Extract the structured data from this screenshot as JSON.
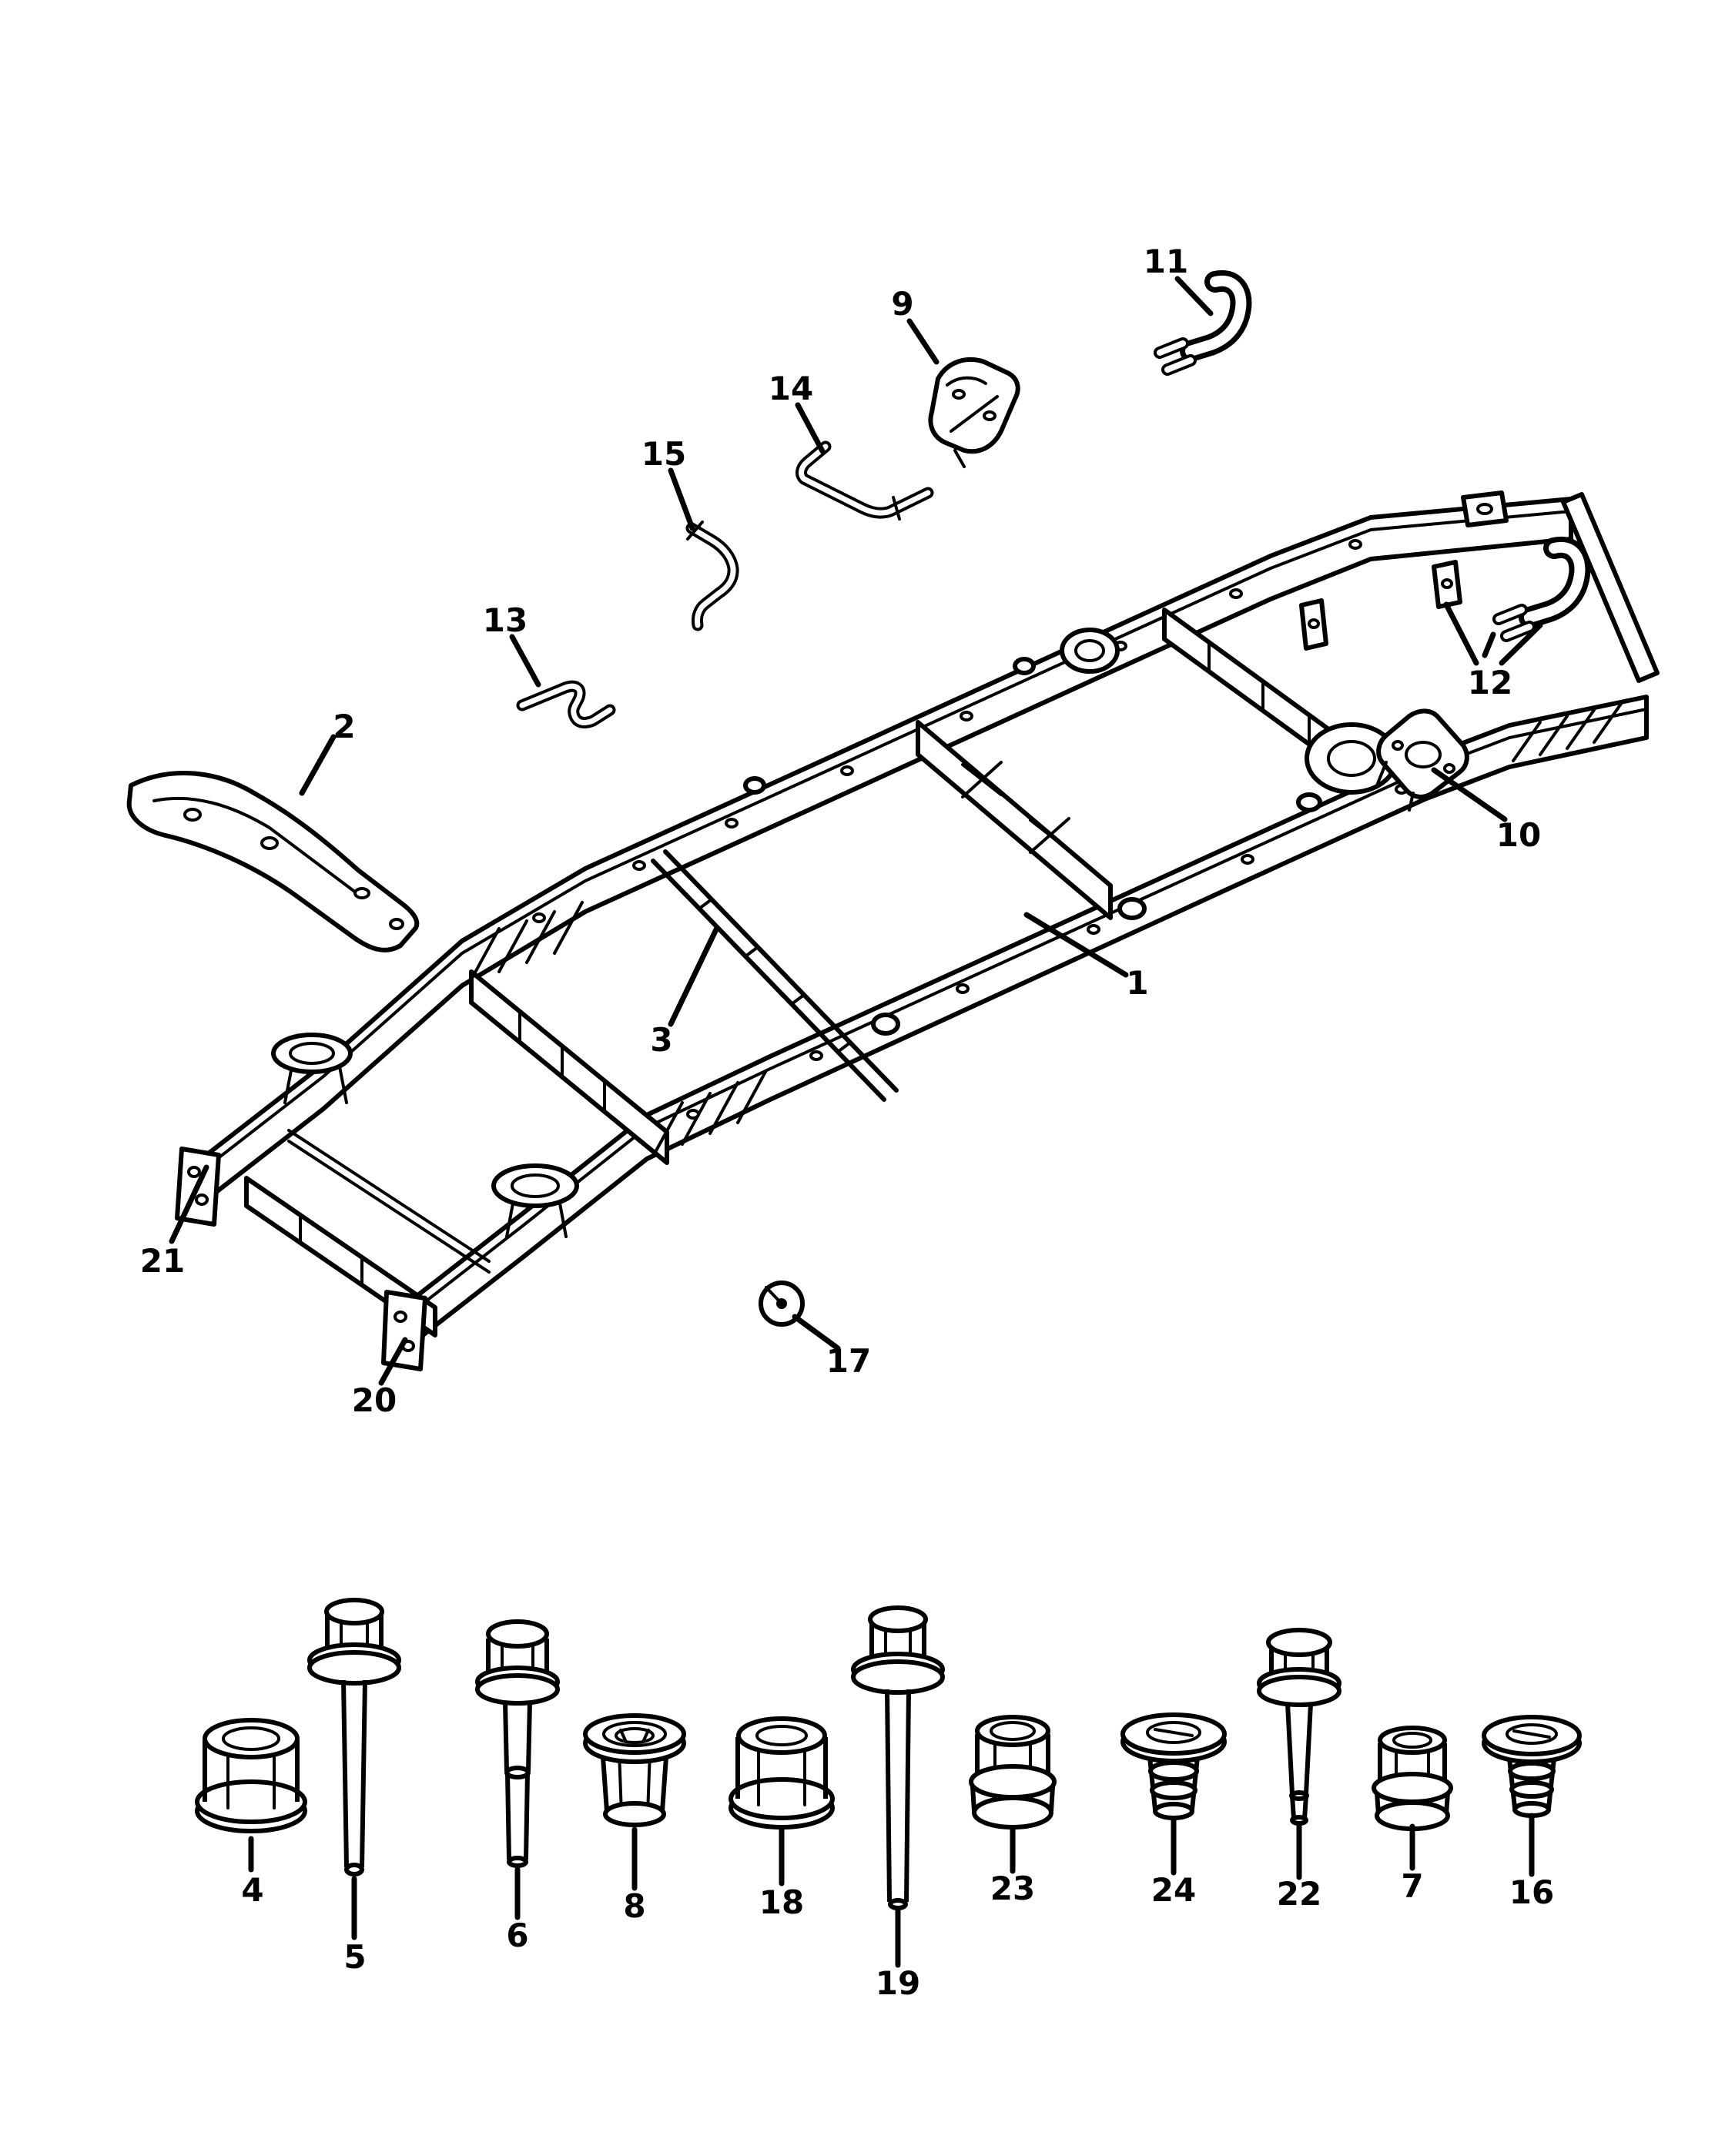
{
  "page": {
    "type": "parts-catalog-line-diagram",
    "background_color": "#ffffff",
    "line_color": "#000000",
    "subject_icon": "truck-ladder-frame-isometric"
  },
  "callouts": {
    "c1": "1",
    "c2": "2",
    "c3": "3",
    "c4": "4",
    "c5": "5",
    "c6": "6",
    "c7": "7",
    "c8": "8",
    "c9": "9",
    "c10": "10",
    "c11": "11",
    "c12": "12",
    "c13": "13",
    "c14": "14",
    "c15": "15",
    "c16": "16",
    "c17": "17",
    "c18": "18",
    "c19": "19",
    "c20": "20",
    "c21": "21",
    "c22": "22",
    "c23": "23",
    "c24": "24"
  },
  "frame_callout_icons": [
    {
      "callout": "1",
      "icon": "frame-side-rail-icon"
    },
    {
      "callout": "2",
      "icon": "crossmember-support-bracket-icon"
    },
    {
      "callout": "3",
      "icon": "transmission-crossmember-icon"
    },
    {
      "callout": "9",
      "icon": "mount-bracket-icon"
    },
    {
      "callout": "10",
      "icon": "mount-bracket-icon"
    },
    {
      "callout": "11",
      "icon": "tow-hook-icon"
    },
    {
      "callout": "12",
      "icon": "tow-hook-mounting-icon"
    },
    {
      "callout": "13",
      "icon": "bent-rod-icon"
    },
    {
      "callout": "14",
      "icon": "bent-rod-icon"
    },
    {
      "callout": "15",
      "icon": "bent-rod-icon"
    },
    {
      "callout": "17",
      "icon": "plug-icon"
    },
    {
      "callout": "20",
      "icon": "frame-front-bracket-icon"
    },
    {
      "callout": "21",
      "icon": "frame-front-bracket-icon"
    }
  ],
  "hardware_row": [
    {
      "callout": "4",
      "icon": "hex-flange-nut-icon"
    },
    {
      "callout": "5",
      "icon": "hex-flange-bolt-long-icon"
    },
    {
      "callout": "6",
      "icon": "hex-flange-bolt-icon"
    },
    {
      "callout": "8",
      "icon": "flanged-sleeve-nut-icon"
    },
    {
      "callout": "18",
      "icon": "hex-flange-nut-icon"
    },
    {
      "callout": "19",
      "icon": "hex-flange-bolt-long-icon"
    },
    {
      "callout": "23",
      "icon": "hex-lock-nut-icon"
    },
    {
      "callout": "24",
      "icon": "body-mount-bushing-icon"
    },
    {
      "callout": "22",
      "icon": "hex-flange-bolt-icon"
    },
    {
      "callout": "7",
      "icon": "hex-lock-nut-icon"
    },
    {
      "callout": "16",
      "icon": "body-mount-bushing-icon"
    }
  ]
}
